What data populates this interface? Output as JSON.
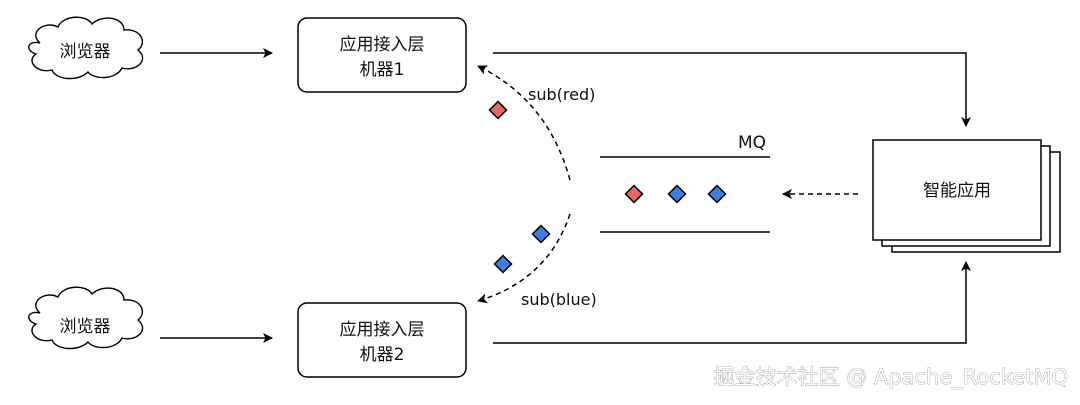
{
  "nodes": {
    "browser_top": {
      "label": "浏览器"
    },
    "browser_bottom": {
      "label": "浏览器"
    },
    "machine1": {
      "line1": "应用接入层",
      "line2": "机器1"
    },
    "machine2": {
      "line1": "应用接入层",
      "line2": "机器2"
    },
    "smart_app": {
      "label": "智能应用"
    },
    "mq": {
      "label": "MQ"
    }
  },
  "edges": {
    "sub_red": {
      "label": "sub(red)"
    },
    "sub_blue": {
      "label": "sub(blue)"
    }
  },
  "colors": {
    "red_message": "#e86666",
    "blue_message": "#3d7fe0",
    "stroke": "#000000"
  },
  "watermark": "掘金技术社区 @ Apache_RocketMQ"
}
